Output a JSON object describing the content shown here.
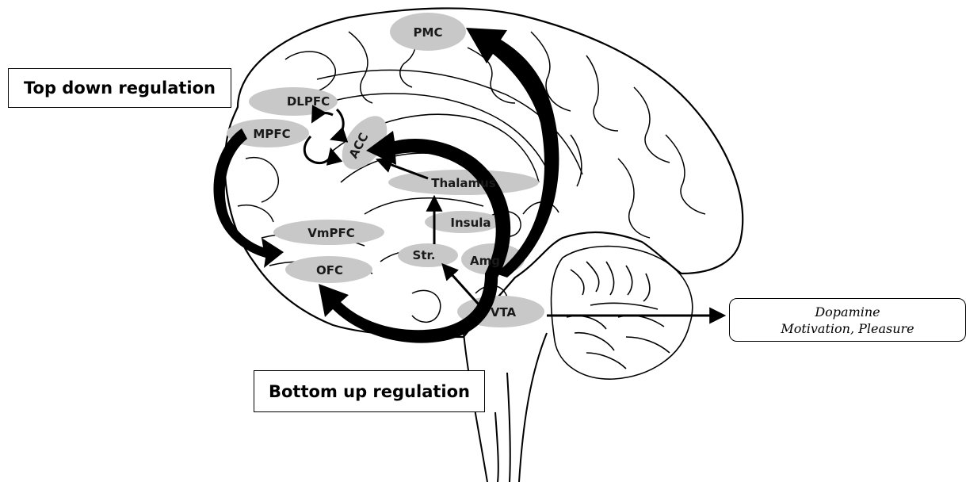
{
  "boxes": {
    "top_down": "Top down regulation",
    "bottom_up": "Bottom up regulation",
    "output_line1": "Dopamine",
    "output_line2": "Motivation, Pleasure"
  },
  "regions": {
    "pmc": "PMC",
    "dlpfc": "DLPFC",
    "mpfc": "MPFC",
    "acc": "ACC",
    "thalamus": "Thalamus",
    "insula": "Insula",
    "vmpfc": "VmPFC",
    "str": "Str.",
    "amg": "Amg",
    "ofc": "OFC",
    "vta": "VTA"
  },
  "colors": {
    "region_fill": "#c8c8c8",
    "outline": "#000000",
    "background": "#ffffff"
  }
}
